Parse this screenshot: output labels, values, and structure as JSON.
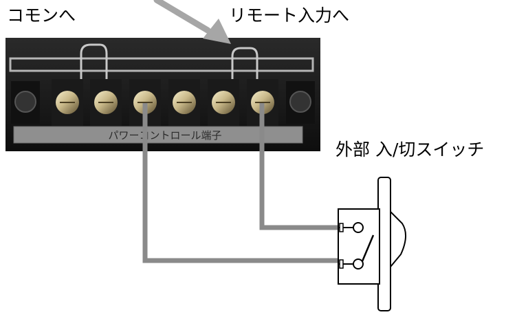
{
  "labels": {
    "common": "コモンへ",
    "remote_input": "リモート入力へ",
    "external_switch": "外部 入/切スイッチ",
    "terminal_plate": "パワーコントロール端子"
  },
  "colors": {
    "wire": "#8a8a8a",
    "arrow": "#a6a6a6",
    "panel": "#1a1a1a",
    "terminal_brass": "#c9b98a",
    "text": "#000000"
  },
  "terminal_block": {
    "terminal_count": 8
  },
  "icons": {
    "arrow": "pointer-arrow-icon",
    "switch": "rocker-switch-icon"
  }
}
